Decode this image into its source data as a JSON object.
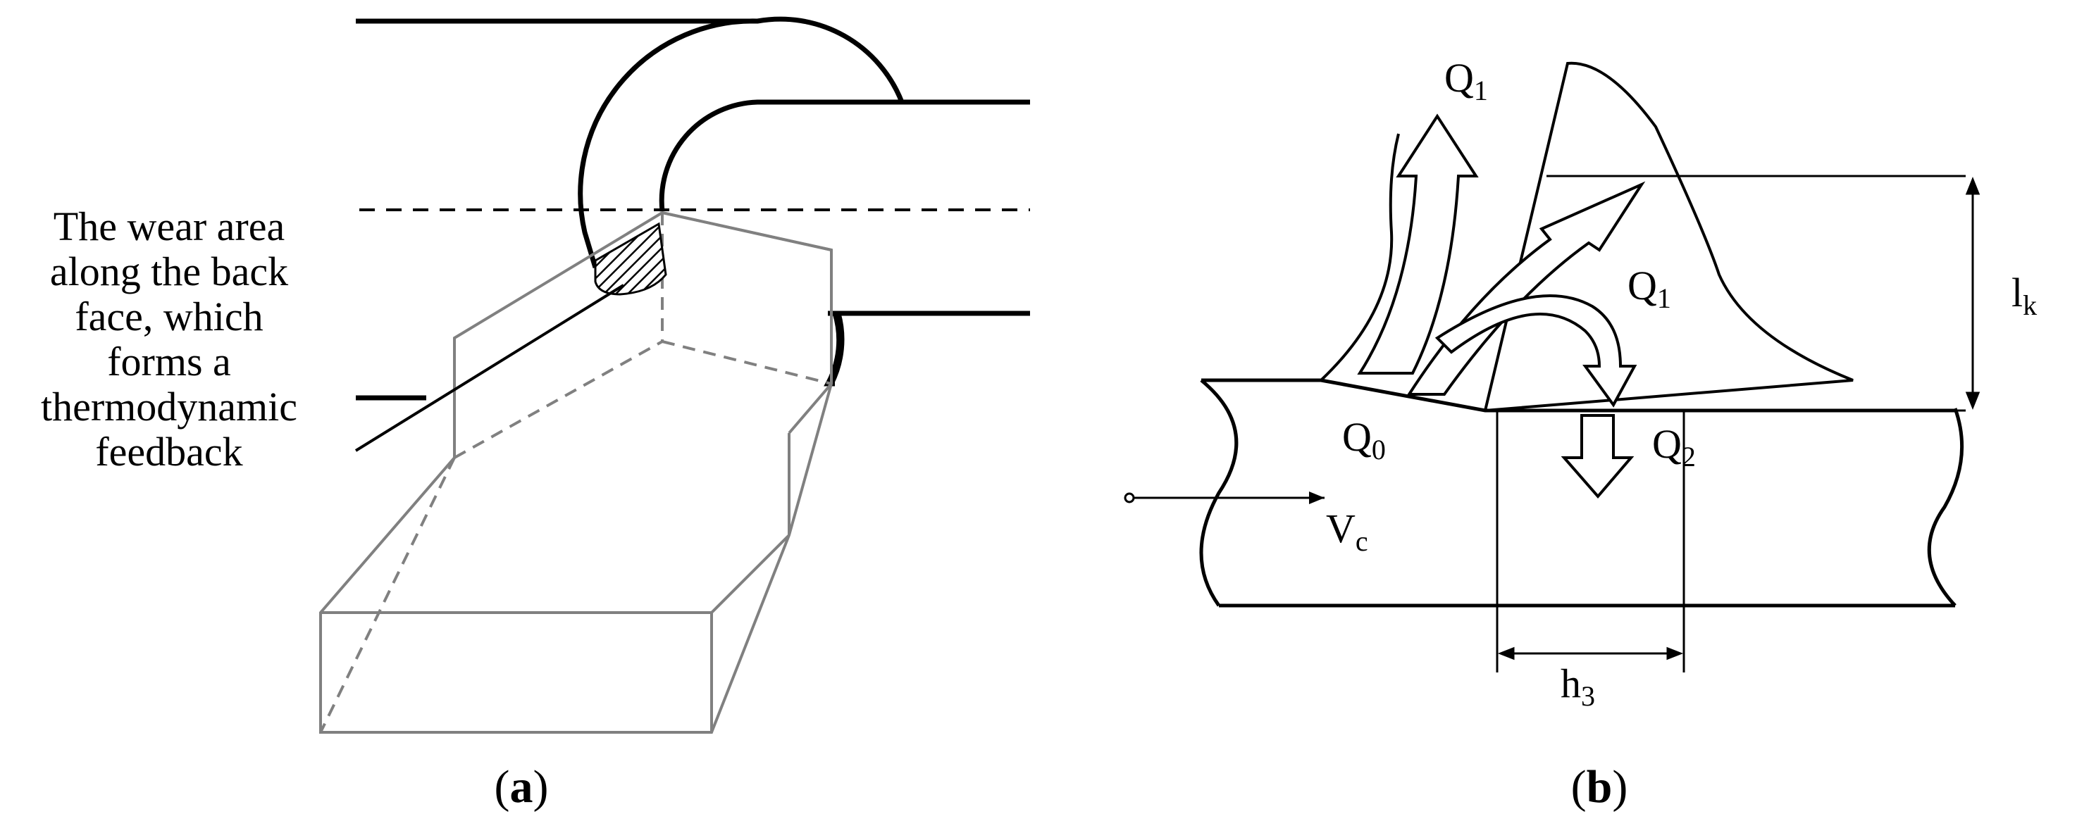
{
  "panel_a": {
    "annotation_lines": [
      "The wear area",
      "along the back",
      "face, which",
      "forms a",
      "thermodynamic",
      "feedback"
    ],
    "label_open": "(",
    "label_letter": "a",
    "label_close": ")"
  },
  "panel_b": {
    "q1_top": {
      "base": "Q",
      "sub": "1"
    },
    "q1_right": {
      "base": "Q",
      "sub": "1"
    },
    "q0": {
      "base": "Q",
      "sub": "0"
    },
    "q2": {
      "base": "Q",
      "sub": "2"
    },
    "vc": {
      "base": "V",
      "sub": "c"
    },
    "lk": {
      "base": "l",
      "sub": "k"
    },
    "h3": {
      "base": "h",
      "sub": "3"
    },
    "label_open": "(",
    "label_letter": "b",
    "label_close": ")"
  }
}
